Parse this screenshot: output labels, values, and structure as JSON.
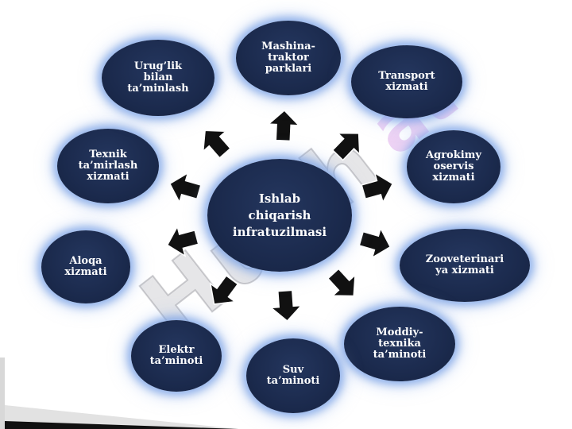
{
  "diagram": {
    "center": "Ishlab\nchiqarish\ninfratuzilmasi",
    "nodes": [
      {
        "id": "mashina",
        "label": "Mashina-\ntraktor\nparklari"
      },
      {
        "id": "transport",
        "label": "Transport\nxizmati"
      },
      {
        "id": "agrokimyo",
        "label": "Agrokimy\noservis\nxizmati"
      },
      {
        "id": "zooveterinar",
        "label": "Zooveterinari\nya xizmati"
      },
      {
        "id": "moddiy",
        "label": "Moddiy-\ntexnika\nta’minoti"
      },
      {
        "id": "suv",
        "label": "Suv\nta’minoti"
      },
      {
        "id": "elektr",
        "label": "Elektr\nta’minoti"
      },
      {
        "id": "aloqa",
        "label": "Aloqa\nxizmati"
      },
      {
        "id": "texnik",
        "label": "Texnik\nta’mirlash\nxizmati"
      },
      {
        "id": "urug",
        "label": "Urug’lik\nbilan\nta’minlash"
      }
    ],
    "colors": {
      "node_fill": "#1b2a4d",
      "node_glow": "#7ea0e6",
      "arrow_fill": "#111111",
      "text": "#ffffff"
    }
  }
}
